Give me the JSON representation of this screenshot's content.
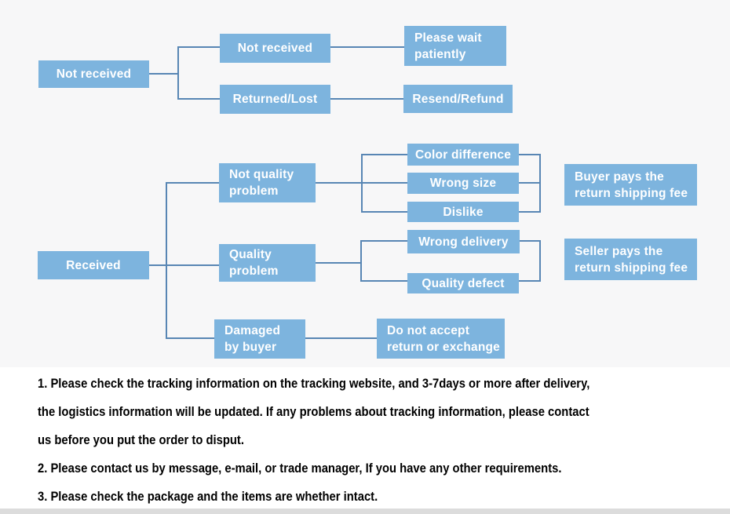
{
  "colors": {
    "node_fill": "#7db4de",
    "connector": "#5886b4",
    "node_text": "#ffffff",
    "note_text": "#000000",
    "chart_bg": "#f7f7f8"
  },
  "flowchart": {
    "nodes": {
      "not_received_root": "Not received",
      "nr_child_not_received": "Not received",
      "nr_child_returned_lost": "Returned/Lost",
      "please_wait": "Please wait\npatiently",
      "resend_refund": "Resend/Refund",
      "received_root": "Received",
      "not_quality_problem": "Not quality\nproblem",
      "quality_problem": "Quality\nproblem",
      "damaged_by_buyer": "Damaged\nby buyer",
      "color_difference": "Color difference",
      "wrong_size": "Wrong size",
      "dislike": "Dislike",
      "wrong_delivery": "Wrong delivery",
      "quality_defect": "Quality defect",
      "buyer_pays": "Buyer pays the\nreturn shipping fee",
      "seller_pays": "Seller pays the\nreturn shipping fee",
      "do_not_accept": "Do not accept\nreturn or exchange"
    }
  },
  "notes": {
    "lines": [
      "1. Please check the tracking information on the tracking website, and 3-7days or more after delivery,",
      "the logistics information will be updated. If any problems about tracking information, please contact",
      "us before you put the order to disput.",
      "2. Please contact us by message, e-mail, or trade manager, If you have any other requirements.",
      "3. Please check the package and the items are whether intact."
    ]
  }
}
